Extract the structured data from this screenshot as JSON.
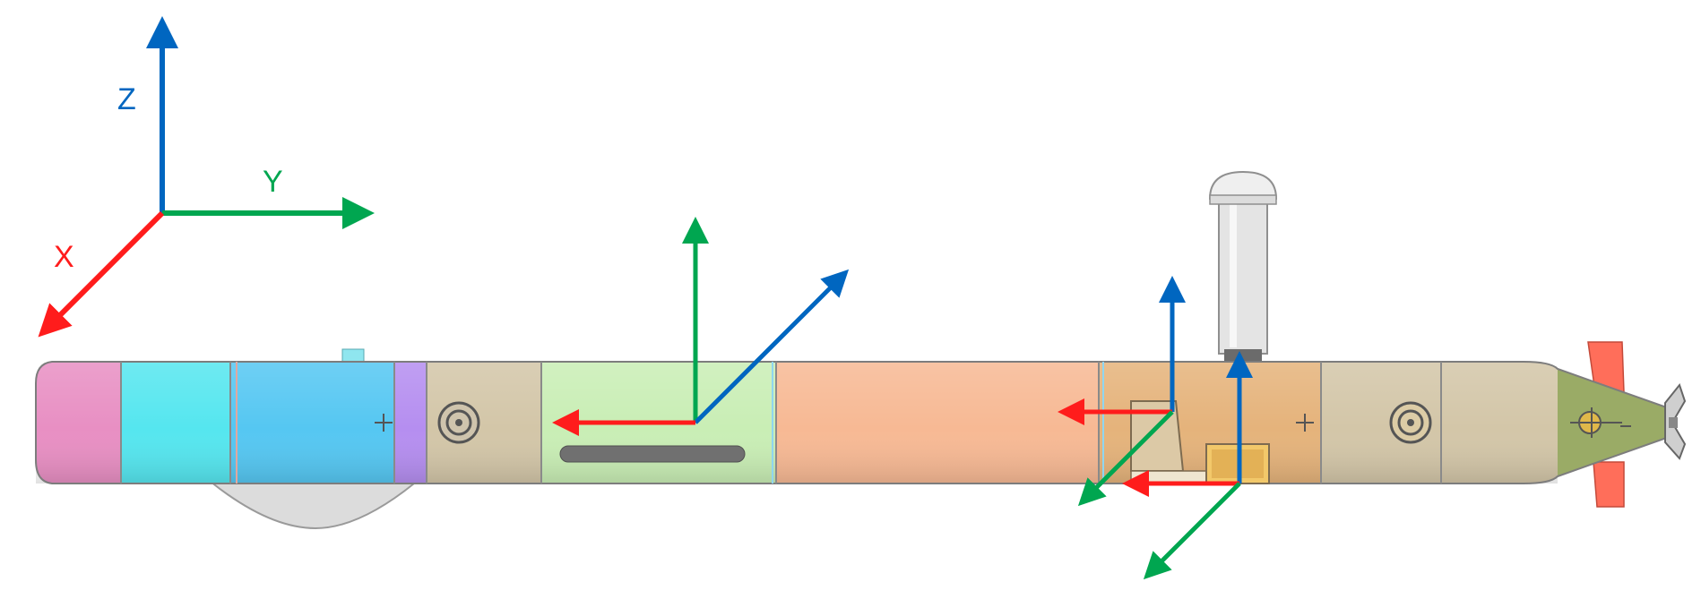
{
  "reference_frame": {
    "axes": [
      {
        "label": "Z",
        "color": "#0066c0"
      },
      {
        "label": "Y",
        "color": "#00a650"
      },
      {
        "label": "X",
        "color": "#ff1c1c"
      }
    ]
  },
  "colors": {
    "x_axis": "#ff1c1c",
    "y_axis": "#00a650",
    "z_axis": "#0066c0",
    "nose": "#e88fc3",
    "section_cyan": "#55e6ef",
    "section_blue": "#55c7f2",
    "section_purple": "#b58ef0",
    "section_tan": "#d3c6a8",
    "section_lightgreen": "#c9eeb5",
    "section_peach": "#f7b994",
    "section_orange": "#e5b37b",
    "tail_cone": "#9aab66",
    "fins": "#ff6e5a"
  },
  "vehicle": {
    "components": [
      "nose-cone",
      "forward-sections",
      "keel-pod",
      "antenna-mast",
      "mid-hull",
      "aft-hull",
      "tail-cone",
      "rudder-fins",
      "propeller"
    ]
  }
}
